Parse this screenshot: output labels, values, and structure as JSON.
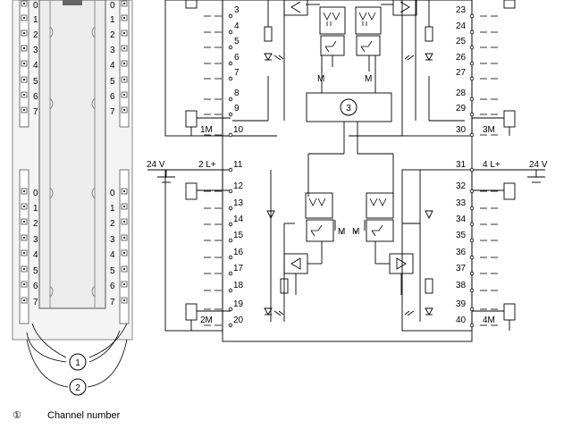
{
  "module": {
    "left_channels": [
      "0",
      "1",
      "2",
      "3",
      "4",
      "5",
      "6",
      "7"
    ],
    "right_channels": [
      "0",
      "1",
      "2",
      "3",
      "4",
      "5",
      "6",
      "7"
    ]
  },
  "callouts": [
    "1",
    "2",
    "3"
  ],
  "terminals": {
    "top_left": [
      "3",
      "4",
      "5",
      "6",
      "7",
      "8",
      "9",
      "10"
    ],
    "top_right": [
      "23",
      "24",
      "25",
      "26",
      "27",
      "28",
      "29",
      "30"
    ],
    "bottom_left": [
      "11",
      "12",
      "13",
      "14",
      "15",
      "16",
      "17",
      "18",
      "19",
      "20"
    ],
    "bottom_right": [
      "31",
      "32",
      "33",
      "34",
      "35",
      "36",
      "37",
      "38",
      "39",
      "40"
    ]
  },
  "labels": {
    "top_left_common": "1M",
    "top_right_common": "3M",
    "bottom_left_supply": "2 L+",
    "bottom_right_supply": "4 L+",
    "bottom_left_common": "2M",
    "bottom_right_common": "4M",
    "voltage_left": "24 V",
    "voltage_right": "24 V",
    "ground_m": "M"
  },
  "legend": [
    {
      "number": "①",
      "text": "Channel number"
    }
  ]
}
